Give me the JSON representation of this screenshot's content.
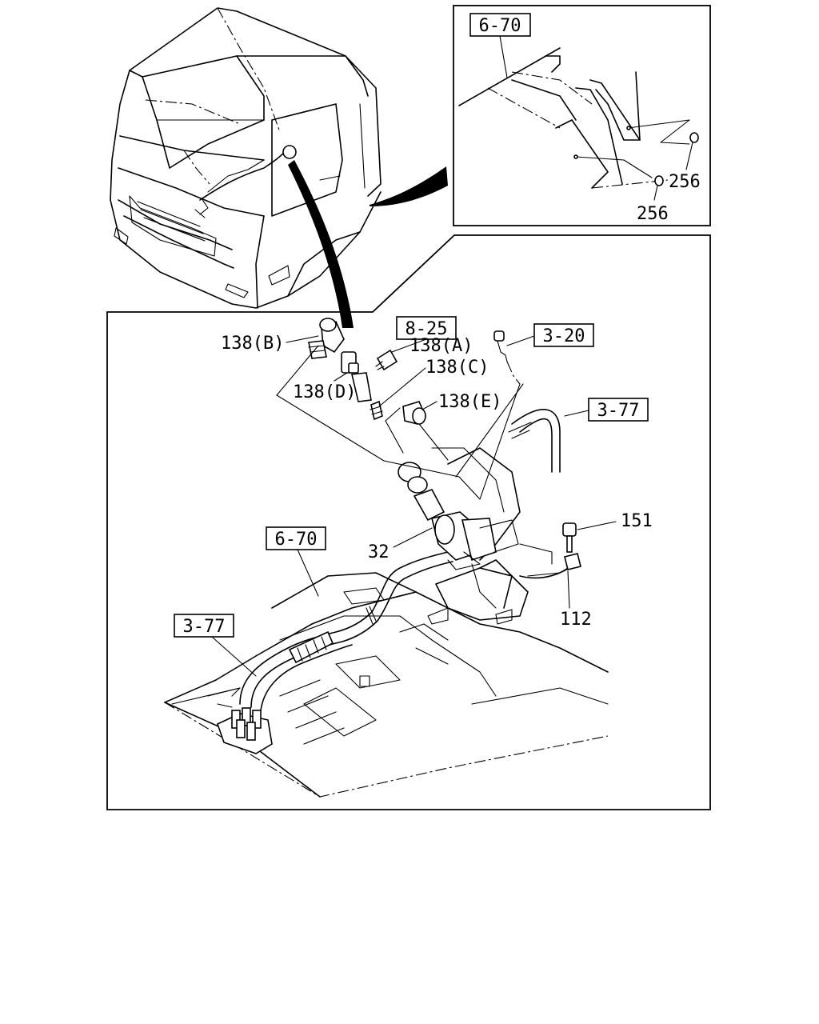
{
  "callouts": {
    "inset_ref": "6-70",
    "inset_256_a": "256",
    "inset_256_b": "256",
    "ref_8_25": "8-25",
    "ref_3_20": "3-20",
    "ref_3_77_upper": "3-77",
    "ref_6_70_lower": "6-70",
    "ref_3_77_lower": "3-77",
    "p138b": "138(B)",
    "p138a": "138(A)",
    "p138c": "138(C)",
    "p138d": "138(D)",
    "p138e": "138(E)",
    "p151": "151",
    "p32": "32",
    "p112": "112"
  }
}
